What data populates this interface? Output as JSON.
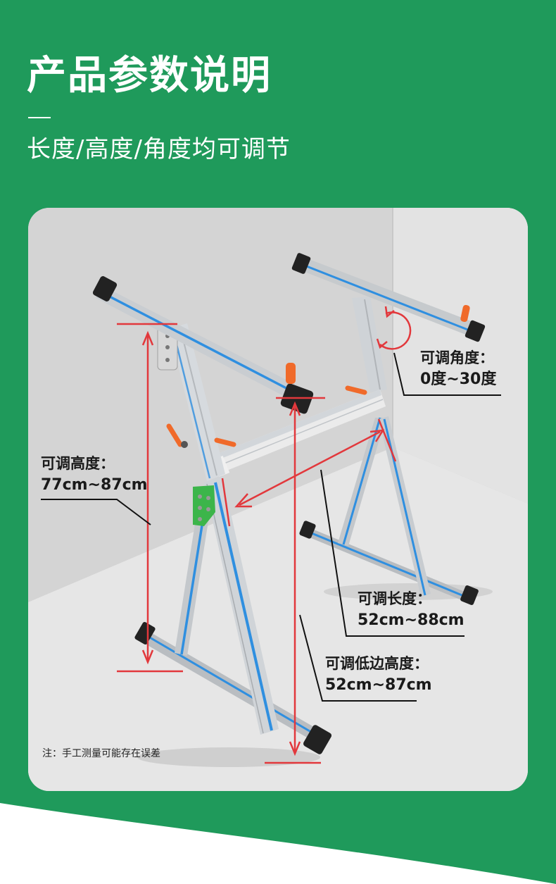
{
  "header": {
    "title": "产品参数说明",
    "subtitle": "长度/高度/角度均可调节"
  },
  "callouts": {
    "angle": {
      "label": "可调角度：",
      "value": "0度~30度"
    },
    "height": {
      "label": "可调高度：",
      "value": "77cm~87cm"
    },
    "length": {
      "label": "可调长度：",
      "value": "52cm~88cm"
    },
    "low_height": {
      "label": "可调低边高度：",
      "value": "52cm~87cm"
    }
  },
  "note": "注：手工测量可能存在误差",
  "colors": {
    "background_green": "#1f9a5b",
    "card_gray": "#d9d9d9",
    "dimension_red": "#e2383c",
    "accent_blue": "#2f8fe0",
    "handle_orange": "#f06a2a"
  }
}
